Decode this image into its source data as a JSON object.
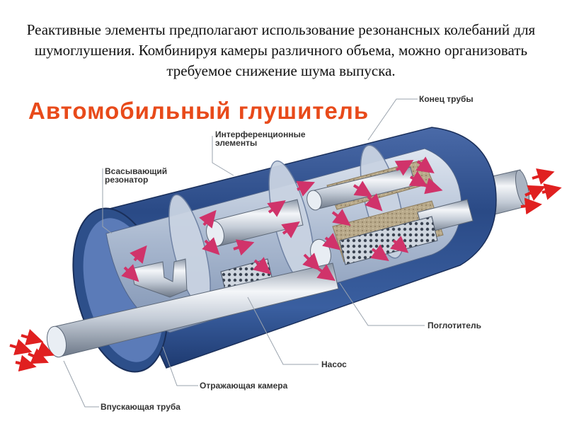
{
  "caption": "Реактивные элементы предполагают использование резонансных колебаний для шумоглушения. Комбинируя камеры различного объема, можно организовать требуемое снижение шума выпуска.",
  "diagram": {
    "title": "Автомобильный глушитель",
    "labels": {
      "pipe_end": "Конец трубы",
      "interference": "Интерференционные\nэлементы",
      "suction_resonator": "Всасывающий\nрезонатор",
      "absorber": "Поглотитель",
      "pump": "Насос",
      "reflecting_chamber": "Отражающая камера",
      "inlet_pipe": "Впускающая труба"
    },
    "colors": {
      "title": "#e84a1a",
      "shell": "#2d4f8a",
      "arrows": "#d0336a",
      "exhaust": "#e02020",
      "absorber_fill": "#b8a98a"
    }
  }
}
